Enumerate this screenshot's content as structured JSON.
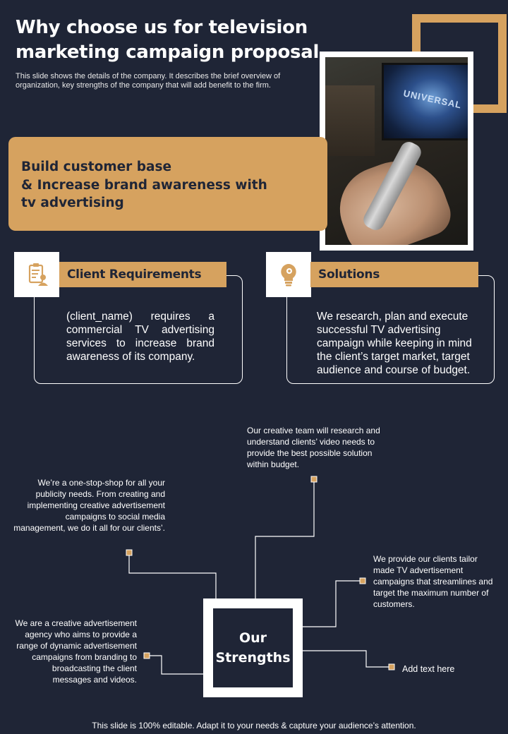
{
  "slide": {
    "title": "Why choose us for television marketing campaign proposal",
    "subtitle": "This slide shows the details of the company. It describes the brief overview of organization, key strengths of the company that will add benefit to the firm.",
    "banner_lines": [
      "Build customer base",
      "& Increase brand awareness with",
      "tv advertising"
    ],
    "photo_tv_text": "UNIVERSAL"
  },
  "cards": {
    "client": {
      "label": "Client Requirements",
      "text": "(client_name) requires a commercial TV advertising services to increase brand awareness of its company.",
      "icon": "clipboard-person-icon"
    },
    "solutions": {
      "label": "Solutions",
      "text": "We research, plan and execute successful TV advertising campaign while keeping in mind the client’s target market, target audience and course of budget.",
      "icon": "lightbulb-gear-icon"
    }
  },
  "strengths": {
    "center_line1": "Our",
    "center_line2": "Strengths",
    "top": "Our creative team will research and understand clients’ video needs to provide the best possible solution within budget.",
    "left_top": "We’re a one-stop-shop for all your publicity needs. From creating and implementing creative advertisement campaigns to social media management, we do it all for our clients’.",
    "right": "We provide our clients tailor made TV advertisement campaigns that streamlines and target the maximum number of customers.",
    "left_bottom": "We are a creative advertisement agency who aims to provide a range of dynamic advertisement campaigns from branding to broadcasting the client messages and videos.",
    "add_text": "Add text here"
  },
  "footer": "This slide is 100% editable. Adapt it to your needs & capture your audience’s attention.",
  "colors": {
    "background": "#1f2536",
    "accent_gold": "#d6a25f",
    "text": "#ffffff"
  }
}
